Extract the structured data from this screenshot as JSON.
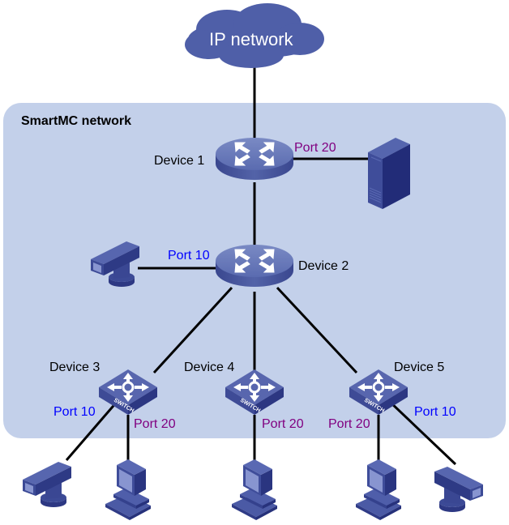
{
  "cloud": {
    "label": "IP network",
    "icon": "cloud-icon",
    "color": "#4F5FA8"
  },
  "region": {
    "title": "SmartMC network",
    "fill": "#C3D0EA"
  },
  "devices": {
    "d1": {
      "label": "Device 1",
      "icon": "router-icon"
    },
    "d2": {
      "label": "Device 2",
      "icon": "router-icon"
    },
    "d3": {
      "label": "Device 3",
      "icon": "switch-icon"
    },
    "d4": {
      "label": "Device 4",
      "icon": "switch-icon"
    },
    "d5": {
      "label": "Device 5",
      "icon": "switch-icon"
    }
  },
  "switch_text": "SWITCH",
  "ports": {
    "d1_server": "Port 20",
    "d2_camera": "Port 10",
    "d3_camera": "Port 10",
    "d3_pc": "Port 20",
    "d4_pc": "Port 20",
    "d5_pc": "Port 20",
    "d5_camera": "Port 10"
  },
  "endpoints": {
    "server": {
      "icon": "server-icon"
    },
    "camera_d2": {
      "icon": "camera-icon"
    },
    "camera_d3": {
      "icon": "camera-icon"
    },
    "pc_d3": {
      "icon": "pc-icon"
    },
    "pc_d4": {
      "icon": "pc-icon"
    },
    "pc_d5": {
      "icon": "pc-icon"
    },
    "camera_d5": {
      "icon": "camera-icon"
    }
  },
  "colors": {
    "device_blue": "#4F5FA8",
    "device_dark": "#2A3580",
    "port10": "#0000FF",
    "port20": "#800080",
    "link": "#000000"
  }
}
